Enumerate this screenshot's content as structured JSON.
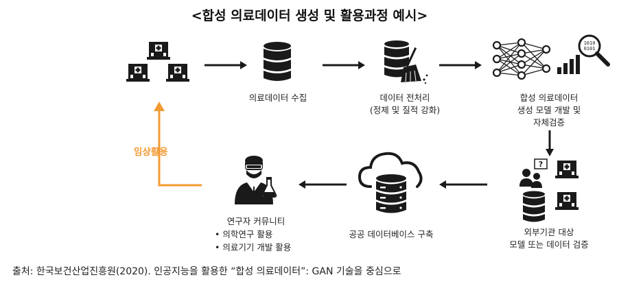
{
  "title": "<합성 의료데이터 생성 및 활용과정 예시>",
  "steps": {
    "collect": "의료데이터 수집",
    "preprocess_1": "데이터 전처리",
    "preprocess_2": "(정제 및 질적 강화)",
    "model_1": "합성 의료데이터",
    "model_2": "생성 모델 개발 및",
    "model_3": "자체검증",
    "external_1": "외부기관 대상",
    "external_2": "모델 또는 데이터 검증",
    "public_db": "공공 데이터베이스 구축",
    "community_title": "연구자 커뮤니티",
    "community_items": [
      "• 의학연구 활용",
      "• 의료기기 개발 활용"
    ]
  },
  "clinical_use": "임상활용",
  "source": "출처: 한국보건산업진흥원(2020). 인공지능을 활용한 “합성 의료데이터”: GAN 기술을 중심으로",
  "colors": {
    "accent": "#f39a32",
    "icon": "#1a1a1a"
  },
  "icons": [
    "hospital-icon",
    "database-icon",
    "database-broom-icon",
    "neural-network-icon",
    "bar-chart-icon",
    "magnifier-binary-icon",
    "researcher-icon",
    "flask-icon",
    "cloud-database-icon",
    "person-question-icon",
    "arrow-right-icon",
    "arrow-left-icon",
    "arrow-down-icon",
    "arrow-up-icon"
  ]
}
